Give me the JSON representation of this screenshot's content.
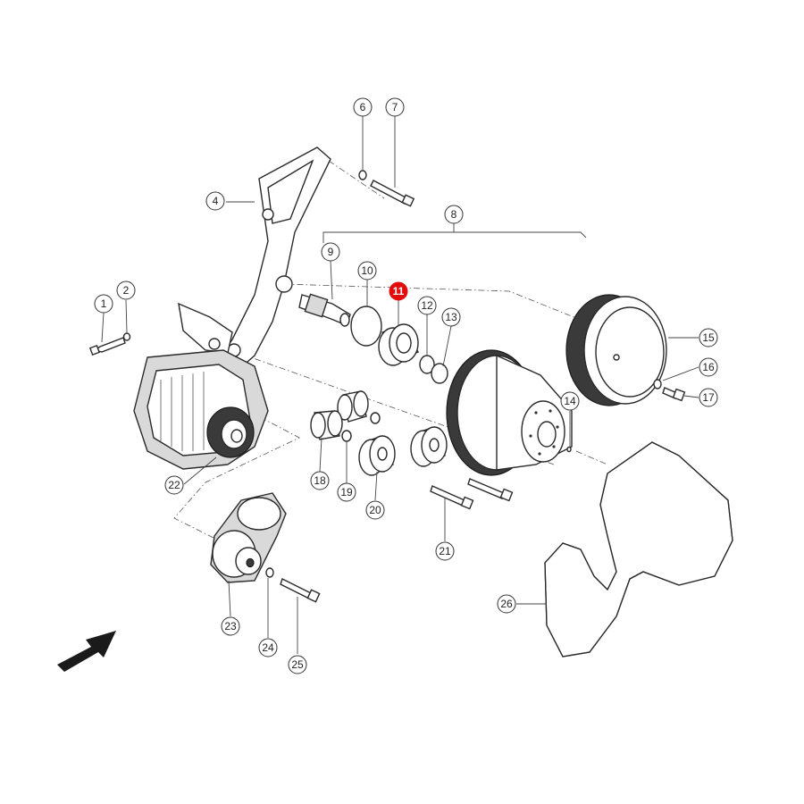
{
  "diagram": {
    "highlight_color": "#e10d0d",
    "line_color": "#2a2a2a",
    "callouts": [
      {
        "id": "1",
        "label": "1"
      },
      {
        "id": "2",
        "label": "2"
      },
      {
        "id": "4",
        "label": "4"
      },
      {
        "id": "6",
        "label": "6"
      },
      {
        "id": "7",
        "label": "7"
      },
      {
        "id": "8",
        "label": "8"
      },
      {
        "id": "9",
        "label": "9"
      },
      {
        "id": "10",
        "label": "10"
      },
      {
        "id": "11",
        "label": "11",
        "highlighted": true
      },
      {
        "id": "12",
        "label": "12"
      },
      {
        "id": "13",
        "label": "13"
      },
      {
        "id": "14",
        "label": "14"
      },
      {
        "id": "15",
        "label": "15"
      },
      {
        "id": "16",
        "label": "16"
      },
      {
        "id": "17",
        "label": "17"
      },
      {
        "id": "18",
        "label": "18"
      },
      {
        "id": "19",
        "label": "19"
      },
      {
        "id": "20",
        "label": "20"
      },
      {
        "id": "21",
        "label": "21"
      },
      {
        "id": "22",
        "label": "22"
      },
      {
        "id": "23",
        "label": "23"
      },
      {
        "id": "24",
        "label": "24"
      },
      {
        "id": "25",
        "label": "25"
      },
      {
        "id": "26",
        "label": "26"
      }
    ],
    "icons": [
      "direction-arrow-icon"
    ]
  }
}
